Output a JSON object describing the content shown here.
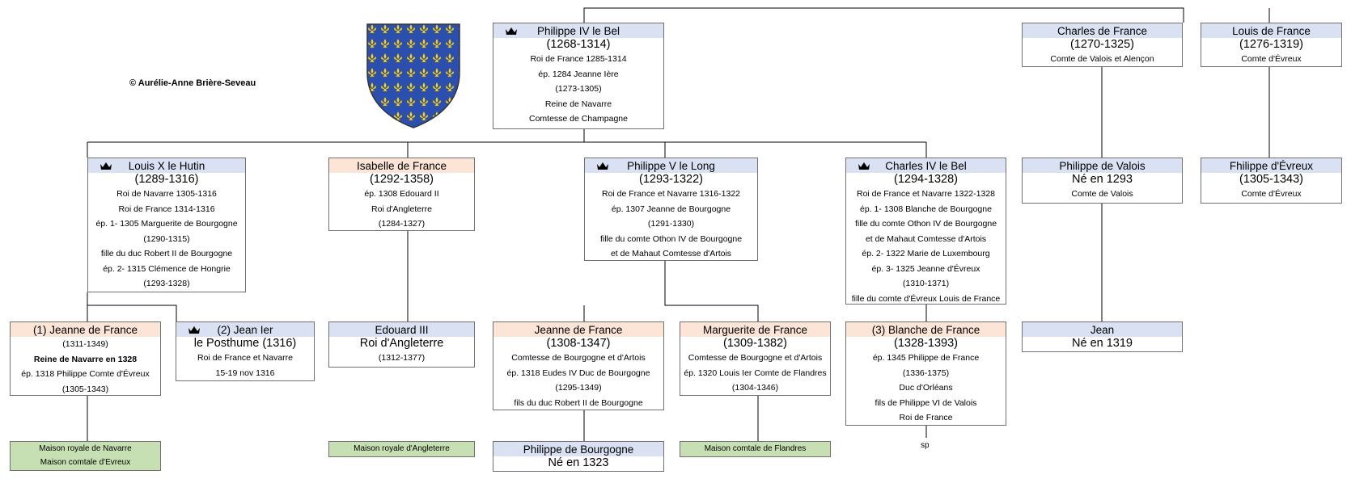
{
  "copyright": "© Aurélie-Anne Brière-Seveau",
  "note_sp": "sp",
  "colors": {
    "blue_header": "#d9e1f2",
    "pink_header": "#fce4d6",
    "green_box": "#c6e0b4",
    "shield_blue": "#2a4fae",
    "fleur_gold": "#f2d43a"
  },
  "people": {
    "philippe4": {
      "header": "Philippe IV le Bel",
      "name": "(1268-1314)",
      "lines": [
        "Roi de France 1285-1314",
        "ép. 1284 Jeanne Ière",
        "(1273-1305)",
        "Reine de Navarre",
        "Comtesse de Champagne"
      ]
    },
    "charles_valois": {
      "header": "Charles de France",
      "name": "(1270-1325)",
      "lines": [
        "Comte de Valois et Alençon"
      ]
    },
    "louis_evreux": {
      "header": "Louis de France",
      "name": "(1276-1319)",
      "lines": [
        "Comte d'Évreux"
      ]
    },
    "louis10": {
      "header": "Louis X le Hutin",
      "name": "(1289-1316)",
      "lines": [
        "Roi de Navarre 1305-1316",
        "Roi de France 1314-1316",
        "ép. 1- 1305 Marguerite de Bourgogne",
        "(1290-1315)",
        "fille du duc Robert II de Bourgogne",
        "ép. 2- 1315 Clémence de Hongrie",
        "(1293-1328)"
      ]
    },
    "isabelle": {
      "header": "Isabelle de France",
      "name": "(1292-1358)",
      "lines": [
        "ép. 1308 Edouard II",
        "Roi d'Angleterre",
        "(1284-1327)"
      ]
    },
    "philippe5": {
      "header": "Philippe V le Long",
      "name": "(1293-1322)",
      "lines": [
        "Roi de France et Navarre 1316-1322",
        "ép. 1307 Jeanne de Bourgogne",
        "(1291-1330)",
        "fille du comte Othon IV de Bourgogne",
        "et de Mahaut Comtesse d'Artois"
      ]
    },
    "charles4": {
      "header": "Charles IV le Bel",
      "name": "(1294-1328)",
      "lines": [
        "Roi de France et Navarre 1322-1328",
        "ép. 1- 1308 Blanche de Bourgogne",
        "fille du comte Othon IV de Bourgogne",
        "et de Mahaut Comtesse d'Artois",
        "ép. 2- 1322 Marie de Luxembourg",
        "ép. 3- 1325 Jeanne d'Évreux",
        "(1310-1371)",
        "fille du comte d'Évreux Louis de France"
      ]
    },
    "philippe_valois": {
      "header": "Philippe de Valois",
      "name": "Né en 1293",
      "lines": [
        "Comte de Valois"
      ]
    },
    "philippe_evreux": {
      "header": "Fhilippe d'Évreux",
      "name": "(1305-1343)",
      "lines": [
        "Comte d'Évreux"
      ]
    },
    "jeanne_navarre": {
      "header": "(1) Jeanne de France",
      "name": "",
      "lines": [
        "(1311-1349)",
        "Reine de Navarre en 1328",
        "ép. 1318 Philippe Comte d'Évreux",
        "(1305-1343)"
      ]
    },
    "jean1": {
      "header": "(2) Jean Ier",
      "name": "le Posthume (1316)",
      "lines": [
        "Roi de France et Navarre",
        "15-19 nov 1316"
      ]
    },
    "edouard3": {
      "header": "Edouard III",
      "name": "Roi d'Angleterre",
      "lines": [
        "(1312-1377)"
      ]
    },
    "jeanne_bourgogne": {
      "header": "Jeanne de France",
      "name": "(1308-1347)",
      "lines": [
        "Comtesse de Bourgogne et d'Artois",
        "ép. 1318 Eudes IV Duc de Bourgogne",
        "(1295-1349)",
        "fils du duc Robert II de Bourgogne"
      ]
    },
    "marguerite": {
      "header": "Marguerite de France",
      "name": "(1309-1382)",
      "lines": [
        "Comtesse de Bourgogne et d'Artois",
        "ép. 1320 Louis Ier Comte de Flandres",
        "(1304-1346)"
      ]
    },
    "blanche": {
      "header": "(3) Blanche de France",
      "name": "(1328-1393)",
      "lines": [
        "ép. 1345 Philippe de France",
        "(1336-1375)",
        "Duc d'Orléans",
        "fils de Philippe VI de Valois",
        "Roi de France"
      ]
    },
    "jean_valois": {
      "header": "Jean",
      "name": "Né en 1319",
      "lines": []
    },
    "philippe_bourgogne": {
      "header": "Philippe de Bourgogne",
      "name": "Né en 1323",
      "lines": []
    }
  },
  "houses": {
    "navarre": [
      "Maison royale de Navarre",
      "Maison comtale d'Evreux"
    ],
    "angleterre": "Maison royale d'Angleterre",
    "flandres": "Maison comtale de Flandres"
  }
}
